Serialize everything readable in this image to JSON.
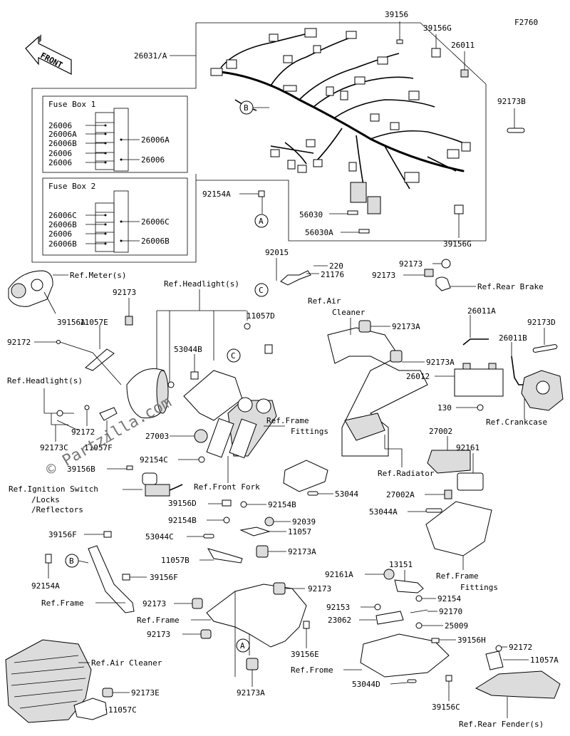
{
  "figure_code": "F2760",
  "front_label": "FRONT",
  "watermark": "© Partzilla.com",
  "fuse_box_1": {
    "title": "Fuse Box 1",
    "left": [
      "26006",
      "26006A",
      "26006B",
      "26006",
      "26006"
    ],
    "right": [
      "26006A",
      "26006"
    ]
  },
  "fuse_box_2": {
    "title": "Fuse Box 2",
    "left": [
      "26006C",
      "26006B",
      "26006",
      "26006B"
    ],
    "right": [
      "26006C",
      "26006B"
    ]
  },
  "callouts": {
    "A": "A",
    "B": "B",
    "C": "C"
  },
  "labels": {
    "l26031A": "26031/A",
    "l39156_top": "39156",
    "l39156G_top": "39156G",
    "l26011": "26011",
    "l92173B": "92173B",
    "l92154A_top": "92154A",
    "l56030": "56030",
    "l56030A": "56030A",
    "l39156G_mid": "39156G",
    "l92015": "92015",
    "l220": "220",
    "l21176": "21176",
    "l92173_rb1": "92173",
    "l92173_rb2": "92173",
    "l_rear_brake": "Ref.Rear Brake",
    "l_meter": "Ref.Meter(s)",
    "l92173_meter": "92173",
    "l39156A": "39156A",
    "l11057E": "11057E",
    "l92172_left": "92172",
    "l_headlight_top": "Ref.Headlight(s)",
    "l11057D": "11057D",
    "l53044B": "53044B",
    "l_headlight_left": "Ref.Headlight(s)",
    "l92172_mid": "92172",
    "l92173C": "92173C",
    "l11057F": "11057F",
    "l27003": "27003",
    "l92154C": "92154C",
    "l_frame_fittings_top": "Ref.Frame",
    "l_frame_fittings_top2": "Fittings",
    "l_front_fork": "Ref.Front Fork",
    "l39156B": "39156B",
    "l_ign1": "Ref.Ignition Switch",
    "l_ign2": "/Locks",
    "l_ign3": "/Reflectors",
    "l_air_cleaner_top1": "Ref.Air",
    "l_air_cleaner_top2": "Cleaner",
    "l92173A_ac": "92173A",
    "l92173A_ac2": "92173A",
    "l_radiator": "Ref.Radiator",
    "l26011A": "26011A",
    "l26011B": "26011B",
    "l92173D": "92173D",
    "l26012": "26012",
    "l130": "130",
    "l_crankcase": "Ref.Crankcase",
    "l27002": "27002",
    "l92161": "92161",
    "l27002A": "27002A",
    "l53044A": "53044A",
    "l53044": "53044",
    "l_frame_fittings_bot1": "Ref.Frame",
    "l_frame_fittings_bot2": "Fittings",
    "l39156D": "39156D",
    "l92154B_a": "92154B",
    "l92154B_b": "92154B",
    "l92039": "92039",
    "l11057": "11057",
    "l53044C": "53044C",
    "l11057B": "11057B",
    "l92173A_mid": "92173A",
    "l39156F_top": "39156F",
    "l39156F_bot": "39156F",
    "l92154A_bot": "92154A",
    "l_frame_left": "Ref.Frame",
    "l92173_f1": "92173",
    "l92173_f2": "92173",
    "l_frame_mid": "Ref.Frame",
    "l92173_f3": "92173",
    "l39156E": "39156E",
    "l92173A_bot": "92173A",
    "l_air_cleaner_bot": "Ref.Air Cleaner",
    "l92173E": "92173E",
    "l11057C": "11057C",
    "l13151": "13151",
    "l92161A": "92161A",
    "l92154": "92154",
    "l92153": "92153",
    "l92170": "92170",
    "l23062": "23062",
    "l25009": "25009",
    "l39156H": "39156H",
    "l92172_right": "92172",
    "l11057A": "11057A",
    "l_frome": "Ref.Frome",
    "l53044D": "53044D",
    "l39156C": "39156C",
    "l_rear_fender": "Ref.Rear Fender(s)"
  }
}
